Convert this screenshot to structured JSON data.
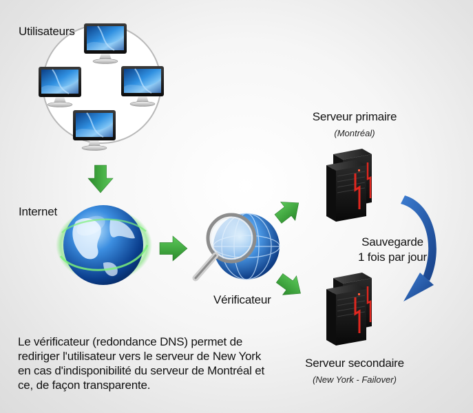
{
  "users_label": "Utilisateurs",
  "internet_label": "Internet",
  "checker_label": "Vérificateur",
  "primary": {
    "title": "Serveur primaire",
    "location": "(Montréal)"
  },
  "secondary": {
    "title": "Serveur secondaire",
    "location": "(New York - Failover)"
  },
  "backup": {
    "line1": "Sauvegarde",
    "line2": "1 fois par jour"
  },
  "description": [
    "Le vérificateur (redondance DNS) permet de",
    "rediriger l'utilisateur vers le serveur de New York",
    "en cas d'indisponibilité du serveur de Montréal et",
    "ce, de façon transparente."
  ],
  "colors": {
    "arrow_green": "#3aa63a",
    "arrow_blue": "#1f56a8",
    "server_red": "#d8261f",
    "monitor_blue": "#1e6fc0"
  }
}
